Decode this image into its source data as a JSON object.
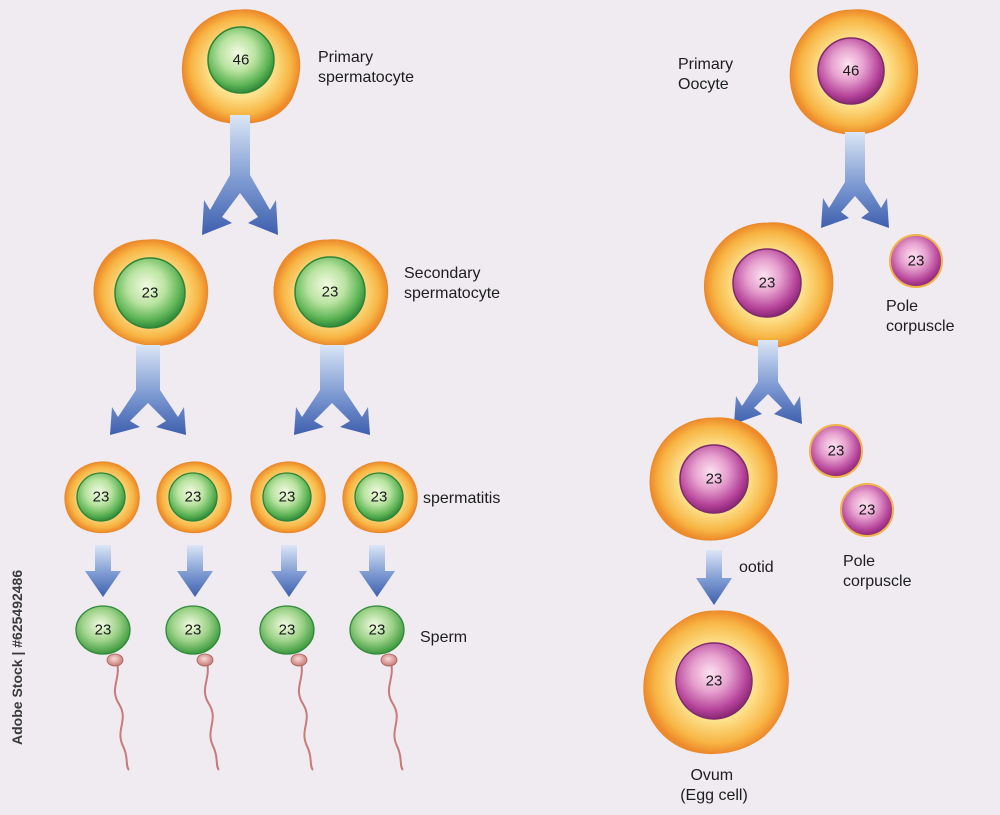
{
  "spermatogenesis": {
    "primary_label": [
      "Primary",
      "spermatocyte"
    ],
    "secondary_label": [
      "Secondary",
      "spermatocyte"
    ],
    "spermatid_label": "spermatitis",
    "sperm_label": "Sperm",
    "primary_count": "46",
    "secondary_count": "23",
    "spermatid_count": "23",
    "sperm_count": "23"
  },
  "oogenesis": {
    "primary_label": [
      "Primary",
      "Oocyte"
    ],
    "pole_label_1": [
      "Pole",
      "corpuscle"
    ],
    "pole_label_2": [
      "Pole",
      "corpuscle"
    ],
    "ootid_label": "ootid",
    "ovum_label": [
      "Ovum",
      "(Egg cell)"
    ],
    "primary_count": "46",
    "secondary_count": "23",
    "pole_count": "23",
    "ootid_count": "23",
    "ovum_count": "23"
  },
  "credit": "Adobe Stock | #625492486",
  "colors": {
    "background": "#efebf1",
    "cell_outer": "#f3a93a",
    "cell_inner": "#fde4a0",
    "nucleus_green": "#4fae4a",
    "nucleus_purple": "#b13f92",
    "pole_purple": "#c0509c",
    "arrow": "#4a6fb8",
    "sperm_head": "#6cc35e",
    "tail": "#c97a7a"
  }
}
